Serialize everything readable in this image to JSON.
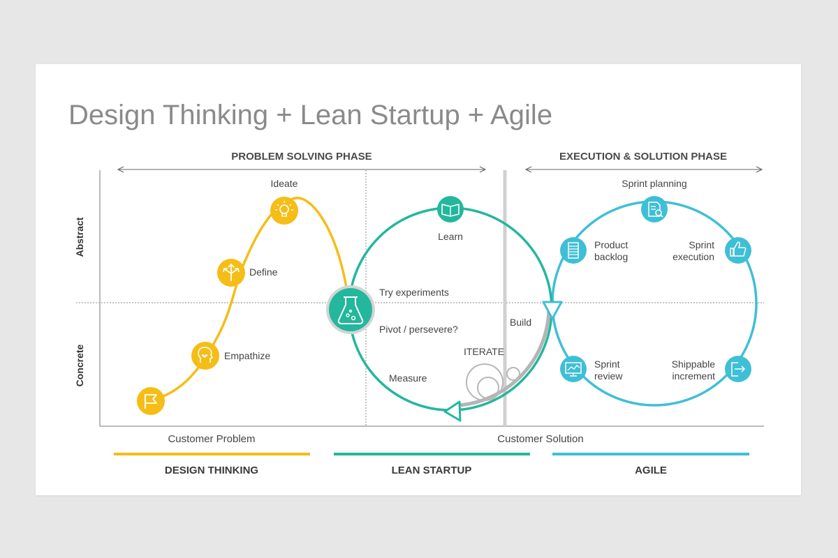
{
  "title": "Design Thinking + Lean Startup + Agile",
  "phases": {
    "problem": "PROBLEM SOLVING PHASE",
    "execution": "EXECUTION & SOLUTION PHASE"
  },
  "axes": {
    "y_top": "Abstract",
    "y_bottom": "Concrete",
    "x_left": "Customer Problem",
    "x_right": "Customer Solution"
  },
  "design_thinking": {
    "ideate": "Ideate",
    "define": "Define",
    "empathize": "Empathize"
  },
  "lean_startup": {
    "learn": "Learn",
    "try": "Try experiments",
    "pivot": "Pivot / persevere?",
    "build": "Build",
    "iterate": "ITERATE",
    "measure": "Measure"
  },
  "agile": {
    "sprint_planning": "Sprint planning",
    "product_backlog_1": "Product",
    "product_backlog_2": "backlog",
    "sprint_execution_1": "Sprint",
    "sprint_execution_2": "execution",
    "sprint_review_1": "Sprint",
    "sprint_review_2": "review",
    "shippable_1": "Shippable",
    "shippable_2": "increment"
  },
  "legend": {
    "design_thinking": "DESIGN THINKING",
    "lean_startup": "LEAN STARTUP",
    "agile": "AGILE"
  },
  "colors": {
    "yellow": "#f5bd16",
    "teal": "#23b79d",
    "blue": "#3fbfd6",
    "gray": "#cfcfcf"
  },
  "icons": {
    "flag": "flag-icon",
    "empathize": "head-heart-icon",
    "define": "arrows-split-icon",
    "ideate": "lightbulb-icon",
    "learn": "book-icon",
    "experiment": "flask-icon",
    "sprint_planning": "document-search-icon",
    "product_backlog": "list-icon",
    "sprint_execution": "thumbs-up-icon",
    "sprint_review": "monitor-chart-icon",
    "shippable_increment": "exit-icon"
  }
}
